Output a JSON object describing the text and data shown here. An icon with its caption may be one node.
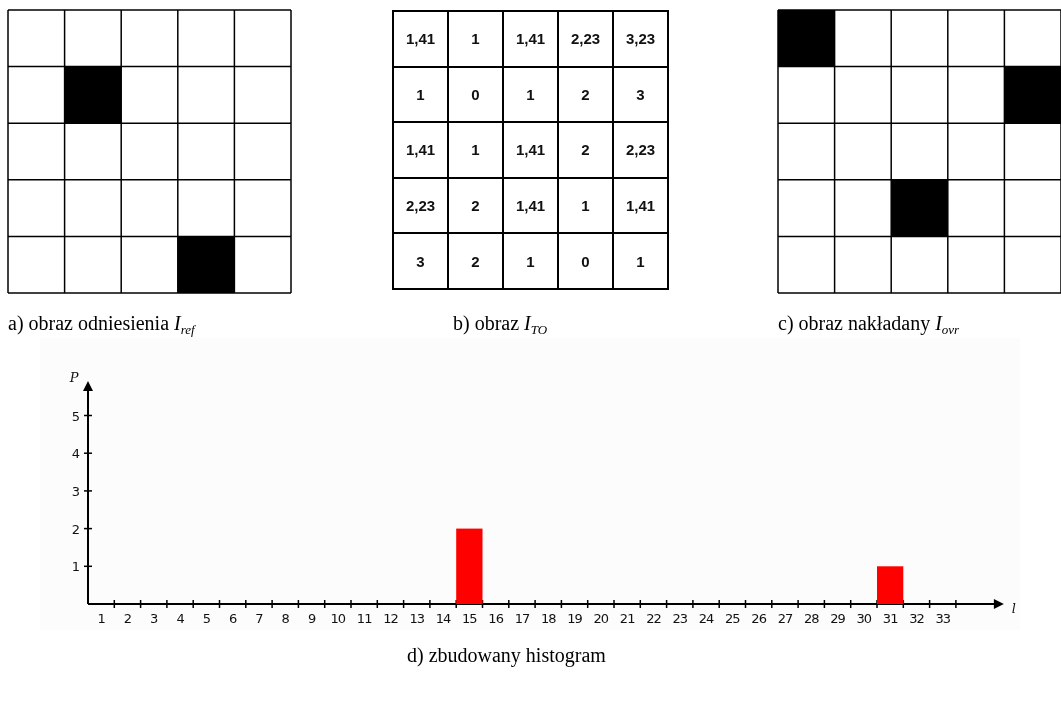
{
  "diagram": {
    "labels": [
      "1,41",
      "1",
      "1,41",
      "2,23",
      "3,23",
      "1",
      "0",
      "1",
      "2",
      "3",
      "1,41",
      "1",
      "1,41",
      "2",
      "2,23",
      "2,23",
      "2",
      "1,41",
      "1",
      "1,41",
      "3",
      "2",
      "1",
      "0",
      "1",
      "a) obraz odniesienia *I*$_{ref}$",
      "b) obraz *I*$_{TO}$",
      "c) obraz nakładany *I*$_{ovr}$",
      "d) zbudowany histogram"
    ],
    "chart_data": {
      "type": "bar",
      "xlabel": "l",
      "ylabel": "P",
      "x": [
        1,
        2,
        3,
        4,
        5,
        6,
        7,
        8,
        9,
        10,
        11,
        12,
        13,
        14,
        15,
        16,
        17,
        18,
        19,
        20,
        21,
        22,
        23,
        24,
        25,
        26,
        27,
        28,
        29,
        30,
        31,
        32,
        33
      ],
      "values": [
        0,
        0,
        0,
        0,
        0,
        0,
        0,
        0,
        0,
        0,
        0,
        0,
        0,
        0,
        2,
        0,
        0,
        0,
        0,
        0,
        0,
        0,
        0,
        0,
        0,
        0,
        0,
        0,
        0,
        0,
        1,
        0,
        0
      ],
      "yticks": [
        1,
        2,
        3,
        4,
        5
      ],
      "ylim": [
        0,
        5.7
      ]
    }
  }
}
